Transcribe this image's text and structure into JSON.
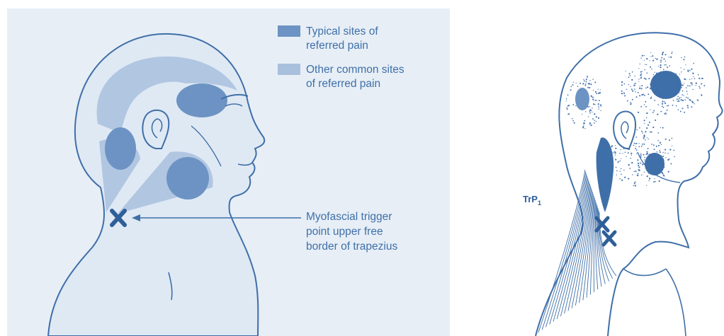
{
  "colors": {
    "panel_background": "#e7eef6",
    "outline": "#3f6fa8",
    "typical_site": "#6c93c3",
    "other_site": "#a9c0dd",
    "text": "#3f70a8"
  },
  "legend": {
    "items": [
      {
        "lines": [
          "Typical sites of",
          "referred pain"
        ],
        "swatch_color": "#6c93c3"
      },
      {
        "lines": [
          "Other common sites",
          "of referred pain"
        ],
        "swatch_color": "#a9c0dd"
      }
    ]
  },
  "callout": {
    "lines": [
      "Myofascial trigger",
      "point upper free",
      "border of trapezius"
    ]
  },
  "right_figure": {
    "label_main": "TrP",
    "label_sub": "1"
  }
}
